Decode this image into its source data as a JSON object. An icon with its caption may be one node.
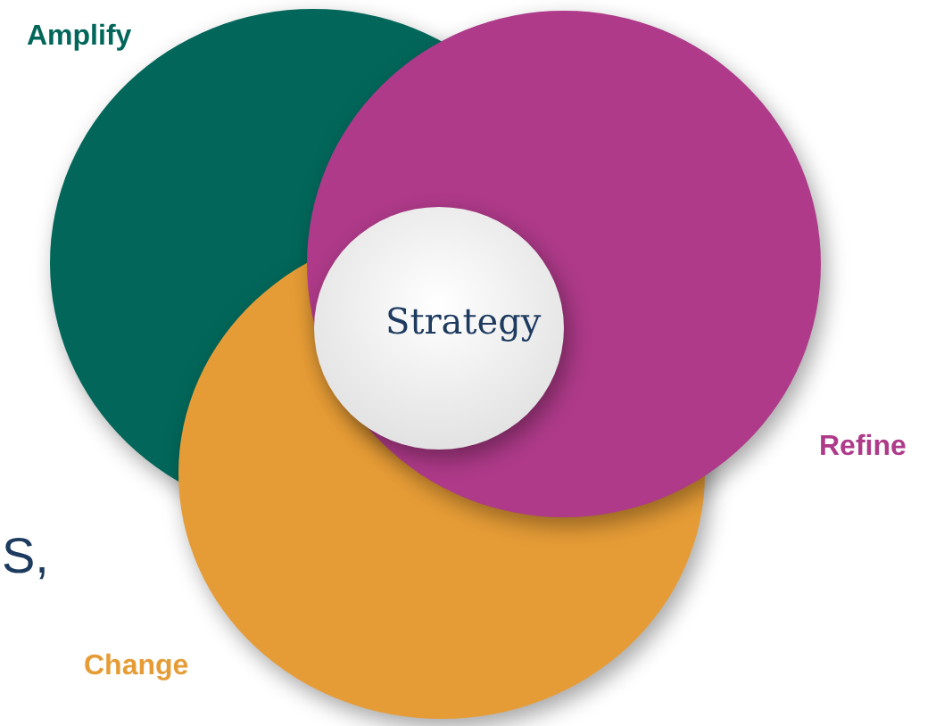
{
  "diagram": {
    "nodes": [
      {
        "text": [
          "Amplify"
        ]
      },
      {
        "text": [
          "Refine"
        ]
      },
      {
        "text": [
          "Change"
        ]
      },
      {
        "text": [
          "Strategy"
        ]
      }
    ],
    "labels": [
      "S,"
    ]
  }
}
